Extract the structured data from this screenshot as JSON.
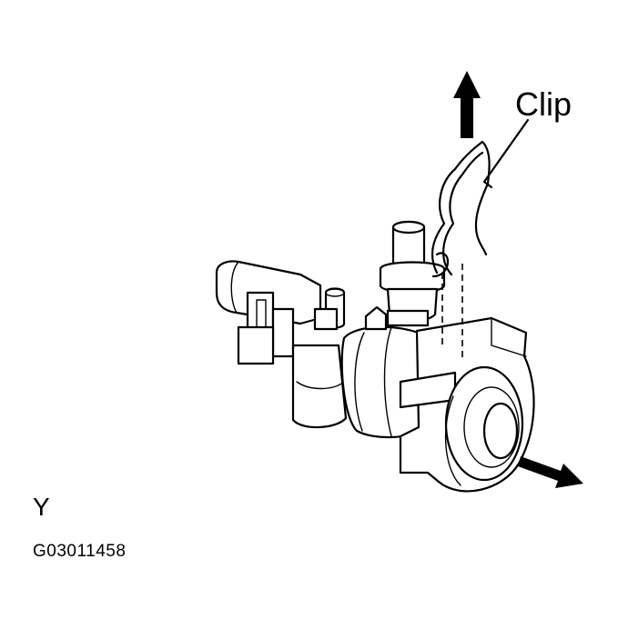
{
  "diagram": {
    "callout_label": "Clip",
    "view_label": "Y",
    "figure_id": "G03011458",
    "colors": {
      "line": "#000000",
      "background": "#ffffff"
    },
    "parts": [
      "clip",
      "connector-housing",
      "arrow-up",
      "arrow-down-right",
      "leader-line"
    ]
  }
}
